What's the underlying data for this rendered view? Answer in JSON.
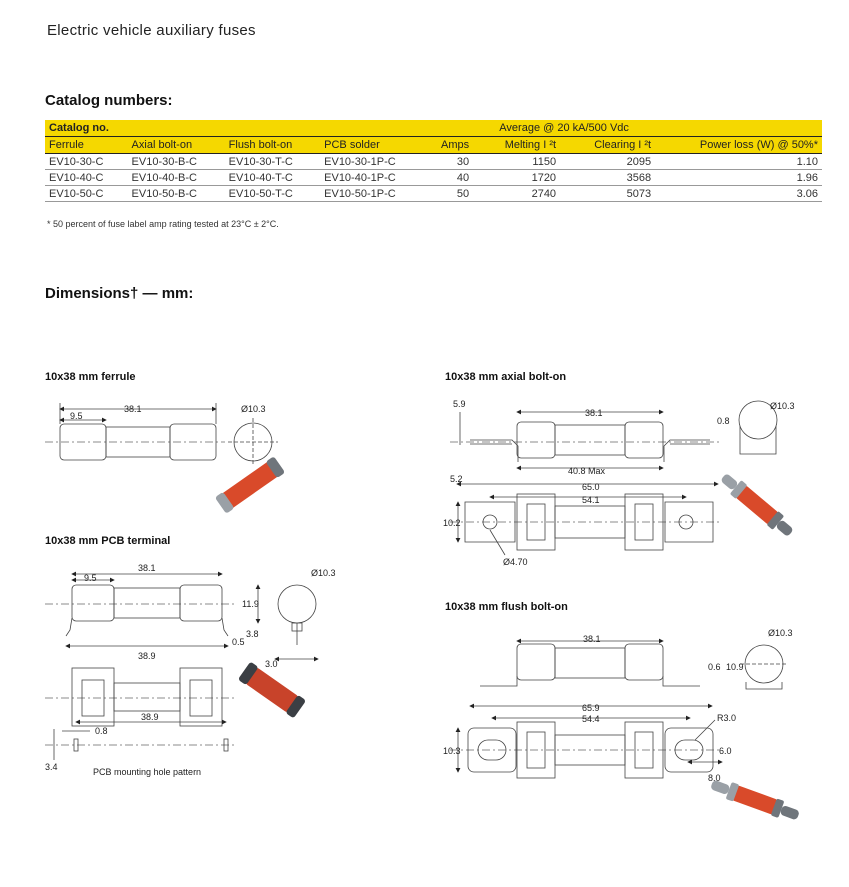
{
  "page_title": "Electric vehicle auxiliary fuses",
  "catalog_section_title": "Catalog numbers:",
  "table": {
    "header_catalog_no": "Catalog no.",
    "header_average": "Average @ 20 kA/500 Vdc",
    "columns": [
      "Ferrule",
      "Axial bolt-on",
      "Flush bolt-on",
      "PCB solder",
      "Amps",
      "Melting I ²t",
      "Clearing I ²t",
      "Power loss (W) @ 50%*"
    ],
    "rows": [
      [
        "EV10-30-C",
        "EV10-30-B-C",
        "EV10-30-T-C",
        "EV10-30-1P-C",
        "30",
        "1150",
        "2095",
        "1.10"
      ],
      [
        "EV10-40-C",
        "EV10-40-B-C",
        "EV10-40-T-C",
        "EV10-40-1P-C",
        "40",
        "1720",
        "3568",
        "1.96"
      ],
      [
        "EV10-50-C",
        "EV10-50-B-C",
        "EV10-50-T-C",
        "EV10-50-1P-C",
        "50",
        "2740",
        "5073",
        "3.06"
      ]
    ]
  },
  "footnote": "*   50 percent of fuse label amp rating tested at 23°C ± 2°C.",
  "dimensions_section_title": "Dimensions† — mm:",
  "drawings": {
    "ferrule": {
      "title": "10x38 mm ferrule",
      "dim_length": "38.1",
      "dim_cap": "9.5",
      "dim_dia": "Ø10.3"
    },
    "axial": {
      "title": "10x38 mm axial bolt-on",
      "dim_top": "5.9",
      "dim_length": "38.1",
      "dim_tab": "0.8",
      "dim_dia": "Ø10.3",
      "dim_max": "40.8 Max",
      "dim_height": "5.2",
      "dim_overall": "65.0",
      "dim_holes": "54.1",
      "dim_width": "10.2",
      "dim_hole": "Ø4.70"
    },
    "pcb": {
      "title": "10x38 mm PCB terminal",
      "dim_length": "38.1",
      "dim_cap": "9.5",
      "dim_dia": "Ø10.3",
      "dim_height": "11.9",
      "dim_pin": "0.5",
      "dim_pin_len": "3.8",
      "dim_pin_w": "3.0",
      "dim_span": "38.9"
    },
    "pcb_hole": {
      "dim_span": "38.9",
      "dim_hole": "0.8",
      "dim_h": "3.4",
      "caption": "PCB mounting hole pattern"
    },
    "flush": {
      "title": "10x38 mm flush bolt-on",
      "dim_length": "38.1",
      "dim_dia": "Ø10.3",
      "dim_tab": "0.6",
      "dim_height": "10.9",
      "dim_overall": "65.9",
      "dim_holes": "54.4",
      "dim_radius": "R3.0",
      "dim_width": "10.3",
      "dim_slot": "6.0",
      "dim_slot_len": "8.0"
    }
  },
  "colors": {
    "table_header": "#f5d800",
    "fuse_body": "#d94a2a",
    "fuse_cap": "#9aa0a6"
  }
}
